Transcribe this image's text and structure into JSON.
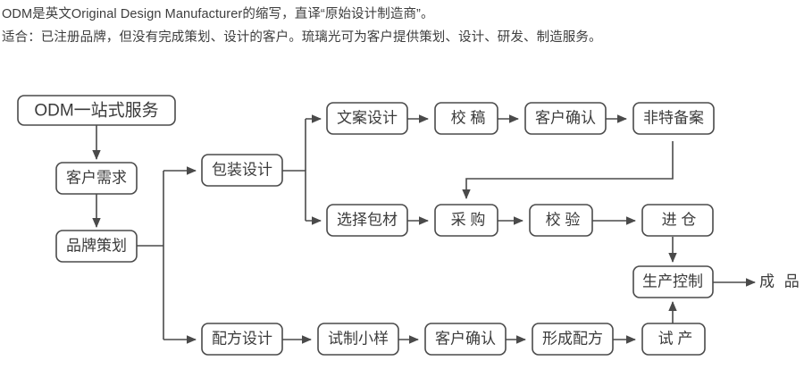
{
  "intro": {
    "line1": "ODM是英文Original Design Manufacturer的缩写，直译“原始设计制造商”。",
    "line2": "适合：已注册品牌，但没有完成策划、设计的客户。琉璃光可为客户提供策划、设计、研发、制造服务。"
  },
  "colors": {
    "stroke": "#4a4a4a",
    "text": "#3b3b3b",
    "background": "#ffffff"
  },
  "flow": {
    "nodes": {
      "start": "ODM一站式服务",
      "customer_need": "客户需求",
      "brand_planning": "品牌策划",
      "package_design": "包装设计",
      "copy_design": "文案设计",
      "proofreading": "校 稿",
      "customer_confirm_top": "客户确认",
      "non_special_filing": "非特备案",
      "select_material": "选择包材",
      "purchase": "采 购",
      "inspection": "校 验",
      "warehouse_in": "进 仓",
      "production_control": "生产控制",
      "formula_design": "配方设计",
      "trial_sample": "试制小样",
      "customer_confirm_bottom": "客户确认",
      "form_formula": "形成配方",
      "trial_production": "试 产",
      "finished_product": "成 品"
    },
    "edges": [
      {
        "from": "start",
        "to": "customer_need"
      },
      {
        "from": "customer_need",
        "to": "brand_planning"
      },
      {
        "from": "brand_planning",
        "to": "package_design"
      },
      {
        "from": "brand_planning",
        "to": "formula_design"
      },
      {
        "from": "package_design",
        "to": "copy_design"
      },
      {
        "from": "package_design",
        "to": "select_material"
      },
      {
        "from": "copy_design",
        "to": "proofreading"
      },
      {
        "from": "proofreading",
        "to": "customer_confirm_top"
      },
      {
        "from": "customer_confirm_top",
        "to": "non_special_filing"
      },
      {
        "from": "non_special_filing",
        "to": "purchase"
      },
      {
        "from": "select_material",
        "to": "purchase"
      },
      {
        "from": "purchase",
        "to": "inspection"
      },
      {
        "from": "inspection",
        "to": "warehouse_in"
      },
      {
        "from": "warehouse_in",
        "to": "production_control"
      },
      {
        "from": "formula_design",
        "to": "trial_sample"
      },
      {
        "from": "trial_sample",
        "to": "customer_confirm_bottom"
      },
      {
        "from": "customer_confirm_bottom",
        "to": "form_formula"
      },
      {
        "from": "form_formula",
        "to": "trial_production"
      },
      {
        "from": "trial_production",
        "to": "production_control"
      },
      {
        "from": "production_control",
        "to": "finished_product"
      }
    ]
  }
}
